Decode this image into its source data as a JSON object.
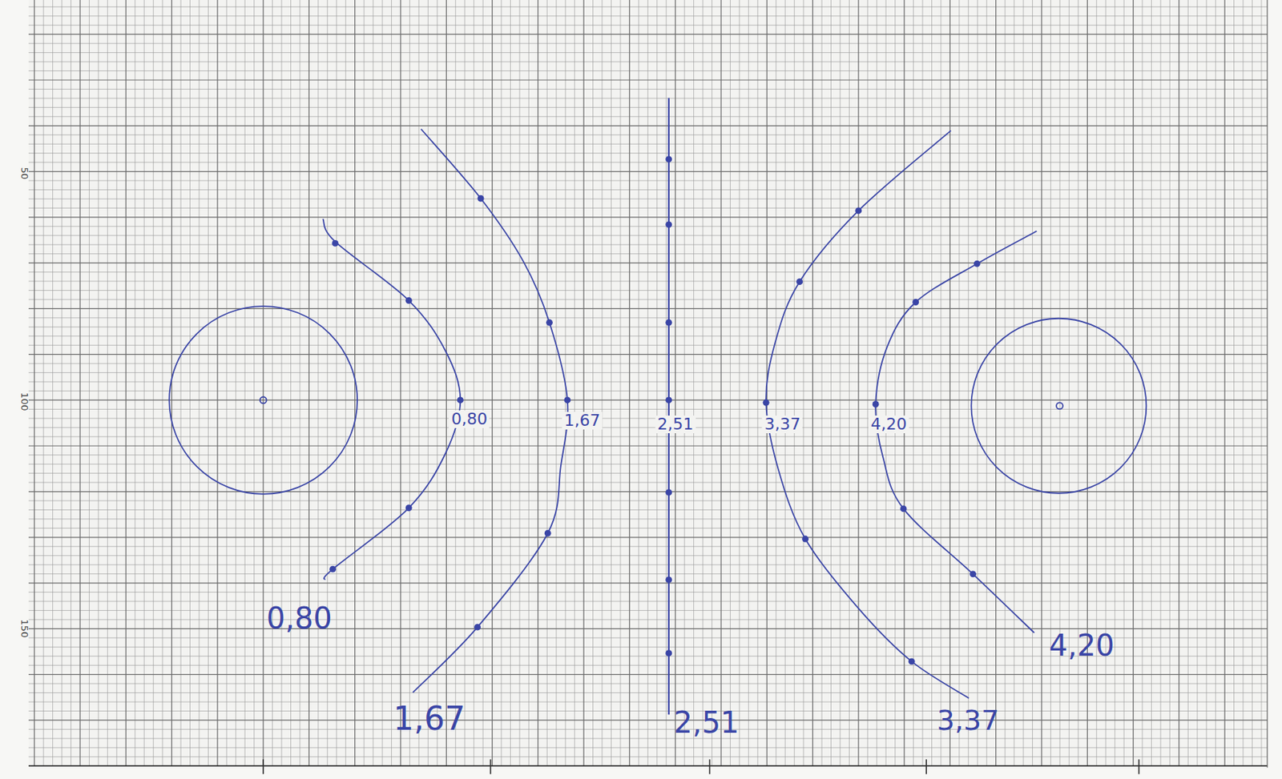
{
  "diagram": {
    "labels": [
      "50",
      "100",
      "150",
      "0,80",
      "1,67",
      "2,51",
      "3,37",
      "4,20",
      "0,80",
      "1,67",
      "2,51",
      "3,37",
      "4,20"
    ]
  }
}
